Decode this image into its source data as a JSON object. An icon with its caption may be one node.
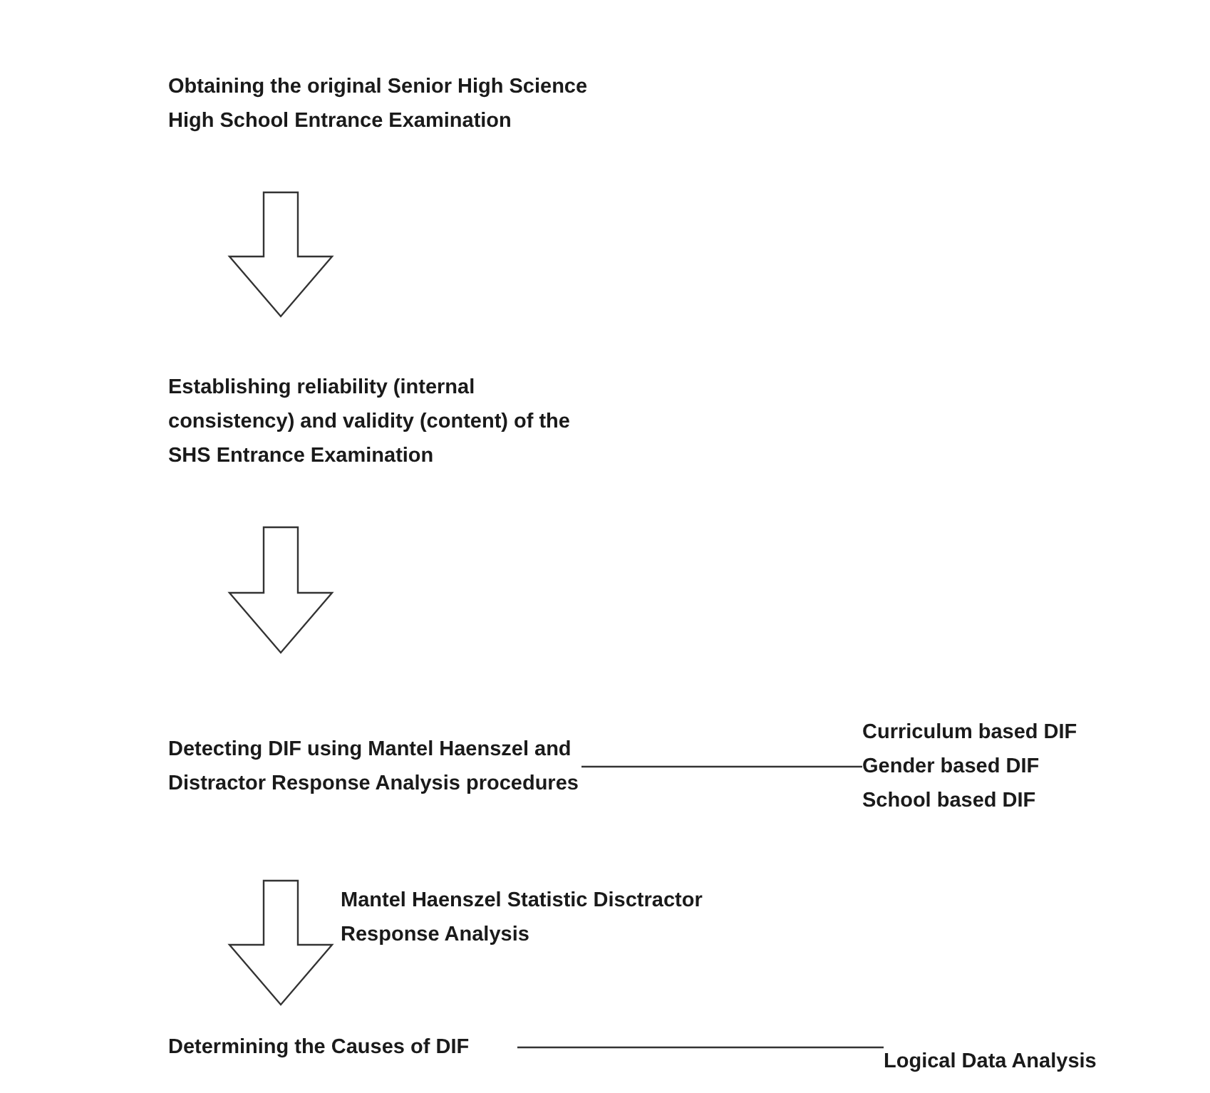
{
  "diagram": {
    "nodes": [
      {
        "text": [
          "Obtaining the original Senior High Science High School Entrance Examination"
        ]
      },
      {
        "text": [
          "Establishing reliability (internal consistency) and validity (content) of the SHS Entrance Examination"
        ]
      },
      {
        "text": [
          "Detecting DIF using Mantel Haenszel and Distractor Response Analysis procedures"
        ]
      },
      {
        "text": [
          "Curriculum based DIF",
          "Gender based DIF",
          "School based DIF"
        ]
      },
      {
        "text": [
          "Determining the Causes of DIF"
        ]
      },
      {
        "text": [
          "Logical Data Analysis"
        ]
      }
    ],
    "edges": [
      {
        "from": 0,
        "to": 1,
        "arrow": "to"
      },
      {
        "from": 1,
        "to": 2,
        "arrow": "to"
      },
      {
        "from": 2,
        "to": 3,
        "arrow": "none"
      },
      {
        "from": 2,
        "to": 4,
        "arrow": "to",
        "label": "Mantel Haenszel Statistic Disctractor Response Analysis"
      },
      {
        "from": 4,
        "to": 5,
        "arrow": "none"
      }
    ]
  }
}
